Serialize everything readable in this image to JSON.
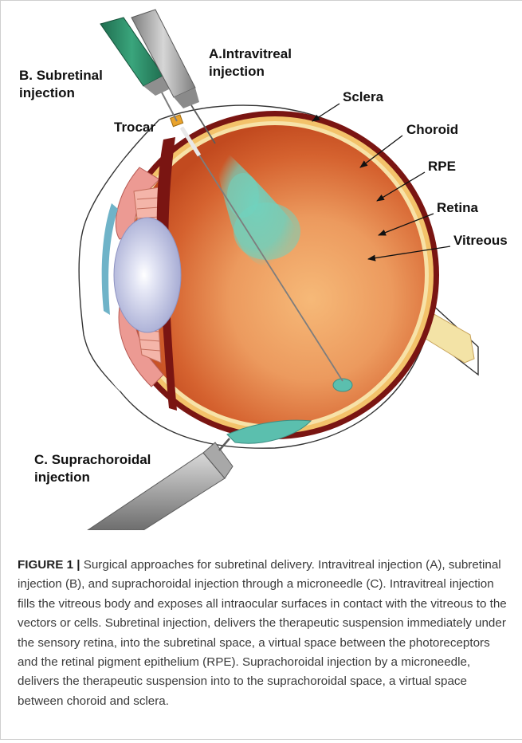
{
  "figure": {
    "labels": {
      "a_line1": "A.Intravitreal",
      "a_line2": "injection",
      "b_line1": "B. Subretinal",
      "b_line2": "injection",
      "c_line1": "C. Suprachoroidal",
      "c_line2": "injection",
      "trocar": "Trocar",
      "sclera": "Sclera",
      "choroid": "Choroid",
      "rpe": "RPE",
      "retina": "Retina",
      "vitreous": "Vitreous"
    },
    "colors": {
      "sclera_line": "#333333",
      "choroid": "#7a1512",
      "rpe": "#f3c26a",
      "retina": "#f7e2a8",
      "vitreous_center": "#f5b474",
      "vitreous_edge": "#c5421a",
      "injection_cloud": "#6fd0c0",
      "lens": "#b9bfe0",
      "cornea": "#bfe3ee",
      "iris": "#ec9a93",
      "needle_green": "#2f8f6a",
      "needle_gray": "#9a9a9a",
      "trocar": "#e9a32c"
    }
  },
  "caption": {
    "label": "FIGURE 1 |",
    "text": " Surgical approaches for subretinal delivery. Intravitreal injection (A), subretinal injection (B), and suprachoroidal injection through a microneedle (C). Intravitreal injection fills the vitreous body and exposes all intraocular surfaces in contact with the vitreous to the vectors or cells. Subretinal injection, delivers the therapeutic suspension immediately under the sensory retina, into the subretinal space, a virtual space between the photoreceptors and the retinal pigment epithelium (RPE). Suprachoroidal injection by a microneedle, delivers the therapeutic suspension into to the suprachoroidal space, a virtual space between choroid and sclera."
  }
}
